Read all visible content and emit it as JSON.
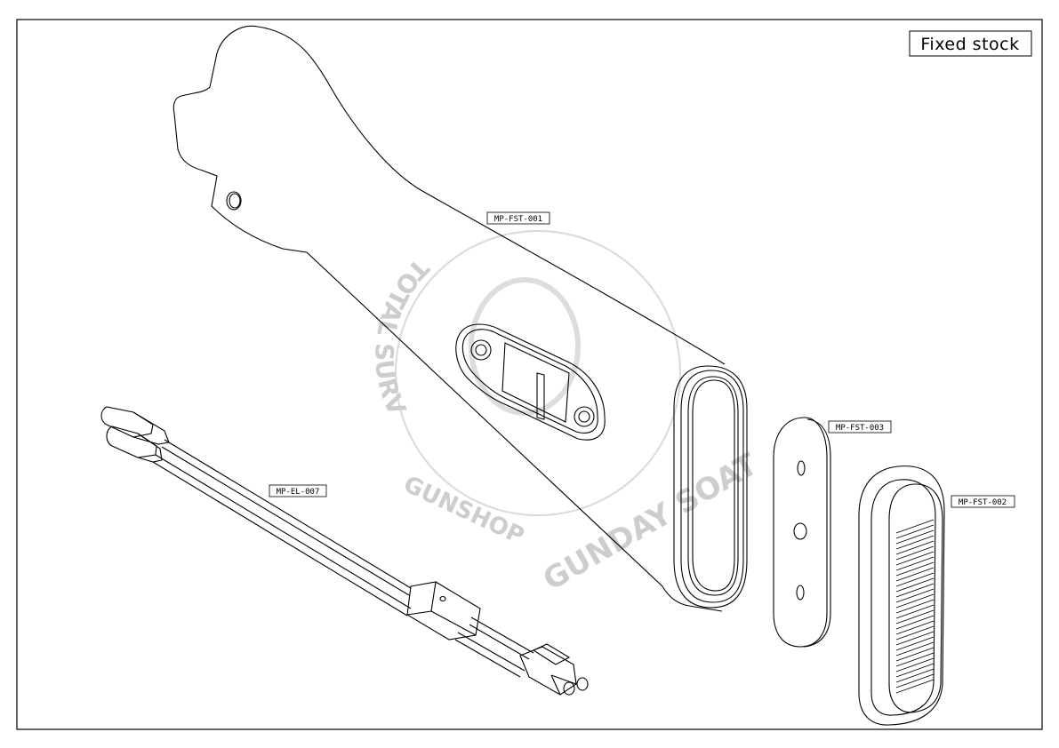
{
  "title": "Fixed stock",
  "watermark": {
    "arc_text": "TOTAL SURVIVAL",
    "bottom_left": "GUNSHOP",
    "bottom_right": "GUNDAY SOAT"
  },
  "parts": [
    {
      "id": "stock",
      "label": "MP-FST-001"
    },
    {
      "id": "buttplate-spacer",
      "label": "MP-FST-003"
    },
    {
      "id": "buttpad",
      "label": "MP-FST-002"
    },
    {
      "id": "wire-harness",
      "label": "MP-EL-007"
    }
  ],
  "colors": {
    "line": "#000000",
    "paper": "#ffffff",
    "watermark": "#c8c8c8"
  }
}
